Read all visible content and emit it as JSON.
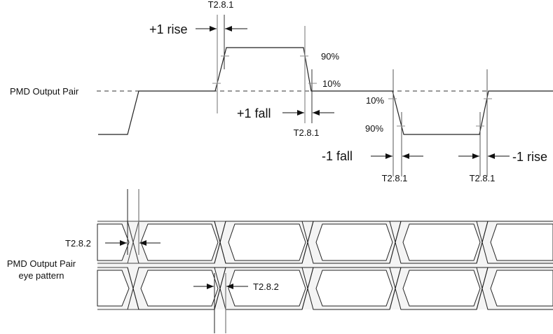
{
  "diagram": {
    "type": "timing-diagram",
    "upper": {
      "signal_label": "PMD Output Pair",
      "rise_plus": "+1 rise",
      "fall_plus": "+1 fall",
      "fall_minus": "-1 fall",
      "rise_minus": "-1 rise",
      "timing_rise_plus": "T2.8.1",
      "timing_fall_plus": "T2.8.1",
      "timing_fall_minus": "T2.8.1",
      "timing_rise_minus": "T2.8.1",
      "pct_90_a": "90%",
      "pct_10_a": "10%",
      "pct_10_b": "10%",
      "pct_90_b": "90%"
    },
    "lower": {
      "signal_label_line1": "PMD Output Pair",
      "signal_label_line2": "eye pattern",
      "jitter_top": "T2.8.2",
      "jitter_bottom": "T2.8.2"
    },
    "colors": {
      "line": "#222222",
      "guide": "#888888",
      "eye_fill": "#f4f4f4"
    }
  }
}
